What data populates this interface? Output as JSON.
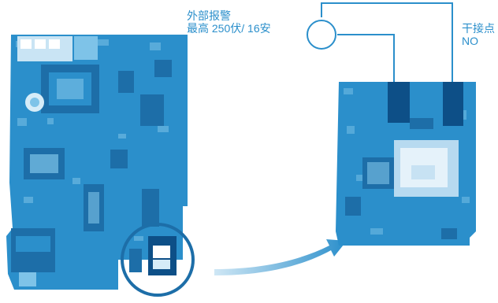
{
  "alarm": {
    "title": "外部报警",
    "rating": "最高 250伏/ 16安"
  },
  "contact": {
    "type": "干接点",
    "mode": "NO"
  },
  "colors": {
    "board": "#2b8fcb",
    "board_dark": "#1d6ea8",
    "board_light": "#7ec3e8",
    "terminal": "#0d4f87",
    "label_text": "#2b8fcb",
    "line": "#2b8fcb"
  }
}
